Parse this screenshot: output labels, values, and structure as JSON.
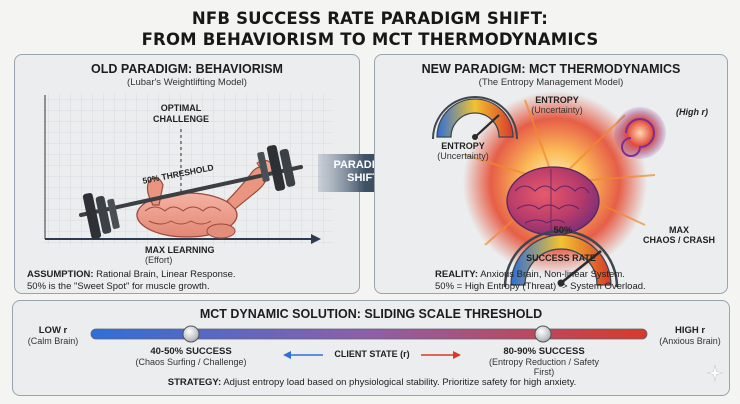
{
  "title_line1": "NFB SUCCESS RATE PARADIGM SHIFT:",
  "title_line2": "FROM BEHAVIORISM TO MCT THERMODYNAMICS",
  "left": {
    "heading": "OLD PARADIGM: BEHAVIORISM",
    "subheading": "(Lubar's Weightlifting Model)",
    "optimal_1": "OPTIMAL",
    "optimal_2": "CHALLENGE",
    "threshold": "50% THRESHOLD",
    "max_learning": "MAX LEARNING",
    "effort": "(Effort)",
    "assumption_label": "ASSUMPTION:",
    "assumption_text": " Rational Brain, Linear Response.",
    "assumption_line2": "50% is the \"Sweet Spot\" for muscle growth."
  },
  "center_arrow": {
    "line1": "PARADIGM",
    "line2": "SHIFT"
  },
  "right": {
    "heading": "NEW PARADIGM: MCT THERMODYNAMICS",
    "subheading": "(The Entropy Management Model)",
    "entropy_top": "ENTROPY",
    "uncertainty_top": "(Uncertainty)",
    "high_r": "(High r)",
    "entropy_left": "ENTROPY",
    "uncertainty_left": "(Uncertainty)",
    "gauge_value": "50%",
    "success_rate": "SUCCESS RATE",
    "max": "MAX",
    "chaos": "CHAOS / CRASH",
    "reality_label": "REALITY:",
    "reality_text": " Anxious Brain, Non-linear System.",
    "reality_line2": "50% = High Entropy (Threat) -> System Overload."
  },
  "bottom": {
    "heading": "MCT DYNAMIC SOLUTION: SLIDING SCALE THRESHOLD",
    "low_r": "LOW r",
    "calm": "(Calm Brain)",
    "high_r": "HIGH r",
    "anxious": "(Anxious Brain)",
    "left_success": "40-50% SUCCESS",
    "left_sub": "(Chaos Surfing / Challenge)",
    "client_state": "CLIENT STATE (r)",
    "right_success": "80-90% SUCCESS",
    "right_sub": "(Entropy Reduction / Safety First)",
    "strategy_label": "STRATEGY:",
    "strategy_text": " Adjust entropy load based on physiological stability. Prioritize safety for high anxiety."
  },
  "colors": {
    "blue": "#2f6fd8",
    "red": "#d83a2a",
    "panel": "#ebedee",
    "accent_dark": "#2e3b4e"
  },
  "icons": [
    "barbell-icon",
    "brain-icon",
    "gauge-icon",
    "explosion-icon",
    "slider-icon",
    "sparkle-icon"
  ]
}
